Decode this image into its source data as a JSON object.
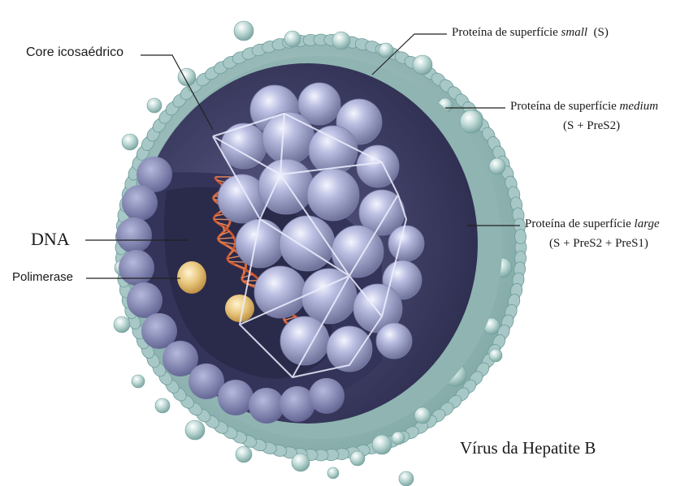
{
  "title": "Vírus da Hepatite B",
  "labels": {
    "core": "Core icosaédrico",
    "dna": "DNA",
    "polymerase": "Polimerase",
    "small_prefix": "Proteína de superfície",
    "small_term": "small",
    "small_suffix": "(S)",
    "medium_prefix": "Proteína de superfície",
    "medium_term": "medium",
    "medium_sub": "(S + PreS2)",
    "large_prefix": "Proteína de superfície",
    "large_term": "large",
    "large_sub": "(S + PreS2 + PreS1)"
  },
  "colors": {
    "membrane": "#9cc2c0",
    "membrane_dark": "#6f9c9a",
    "inner_wall": "#3e3e64",
    "core_sphere": "#b2b6d8",
    "dna": "#d4643a",
    "polymerase": "#e6c27a"
  }
}
